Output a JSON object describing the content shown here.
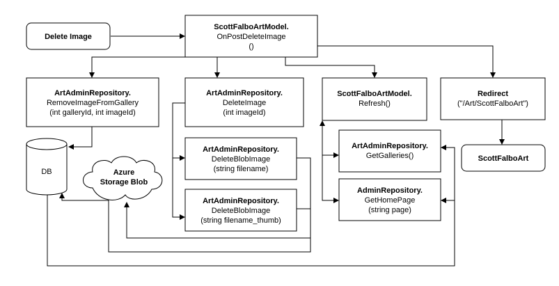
{
  "nodes": {
    "delete_image": {
      "lines": [
        "Delete Image"
      ]
    },
    "on_post_delete": {
      "lines": [
        "ScottFalboArtModel.",
        "OnPostDeleteImage",
        "()"
      ]
    },
    "remove_from_gallery": {
      "lines": [
        "ArtAdminRepository.",
        "RemoveImageFromGallery",
        "(int galleryId, int imageId)"
      ]
    },
    "delete_image_repo": {
      "lines": [
        "ArtAdminRepository.",
        "DeleteImage",
        "(int imageId)"
      ]
    },
    "refresh": {
      "lines": [
        "ScottFalboArtModel.",
        "Refresh()"
      ]
    },
    "redirect": {
      "lines": [
        "Redirect",
        "(\"/Art/ScottFalboArt\")"
      ]
    },
    "scott_falbo_art": {
      "lines": [
        "ScottFalboArt"
      ]
    },
    "db": {
      "lines": [
        "DB"
      ]
    },
    "azure_blob": {
      "lines": [
        "Azure",
        "Storage Blob"
      ]
    },
    "delete_blob": {
      "lines": [
        "ArtAdminRepository.",
        "DeleteBlobImage",
        "(string filename)"
      ]
    },
    "delete_blob_thumb": {
      "lines": [
        "ArtAdminRepository.",
        "DeleteBlobImage",
        "(string filename_thumb)"
      ]
    },
    "get_galleries": {
      "lines": [
        "ArtAdminRepository.",
        "GetGalleries()"
      ]
    },
    "get_home_page": {
      "lines": [
        "AdminRepository.",
        "GetHomePage",
        "(string page)"
      ]
    }
  }
}
